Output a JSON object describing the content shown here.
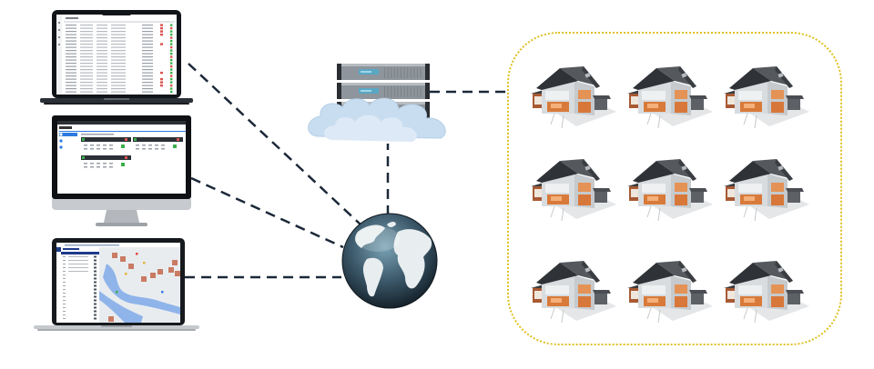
{
  "diagram": {
    "title": "",
    "colors": {
      "link": "#1b2838",
      "zone_border": "#e0c020",
      "cloud": "#c9def0",
      "server": "#8e959c",
      "globe_ocean": "#3d5a6c",
      "globe_land": "#e8eef0",
      "house_roof": "#4a4d52",
      "house_wall": "#d9dcdf",
      "house_interior": "#d87a3a"
    },
    "nodes": {
      "laptop_table": {
        "label": "",
        "screen_title": "",
        "type": "laptop",
        "content": "data-table"
      },
      "desktop_dashboard": {
        "label": "",
        "screen_title": "",
        "type": "desktop",
        "content": "dashboard-cards"
      },
      "laptop_map": {
        "label": "",
        "screen_title": "",
        "type": "laptop",
        "content": "map-view"
      },
      "cloud_server": {
        "label": "",
        "type": "server-rack-in-cloud",
        "units": 3
      },
      "internet_globe": {
        "label": "",
        "type": "globe"
      },
      "houses": {
        "label": "",
        "type": "house-grid",
        "rows": 3,
        "cols": 3
      }
    },
    "edges": [
      {
        "from": "laptop_table",
        "to": "internet_globe",
        "style": "dashed"
      },
      {
        "from": "desktop_dashboard",
        "to": "internet_globe",
        "style": "dashed"
      },
      {
        "from": "laptop_map",
        "to": "internet_globe",
        "style": "dashed"
      },
      {
        "from": "internet_globe",
        "to": "cloud_server",
        "style": "dashed"
      },
      {
        "from": "cloud_server",
        "to": "houses",
        "style": "dashed"
      }
    ]
  }
}
